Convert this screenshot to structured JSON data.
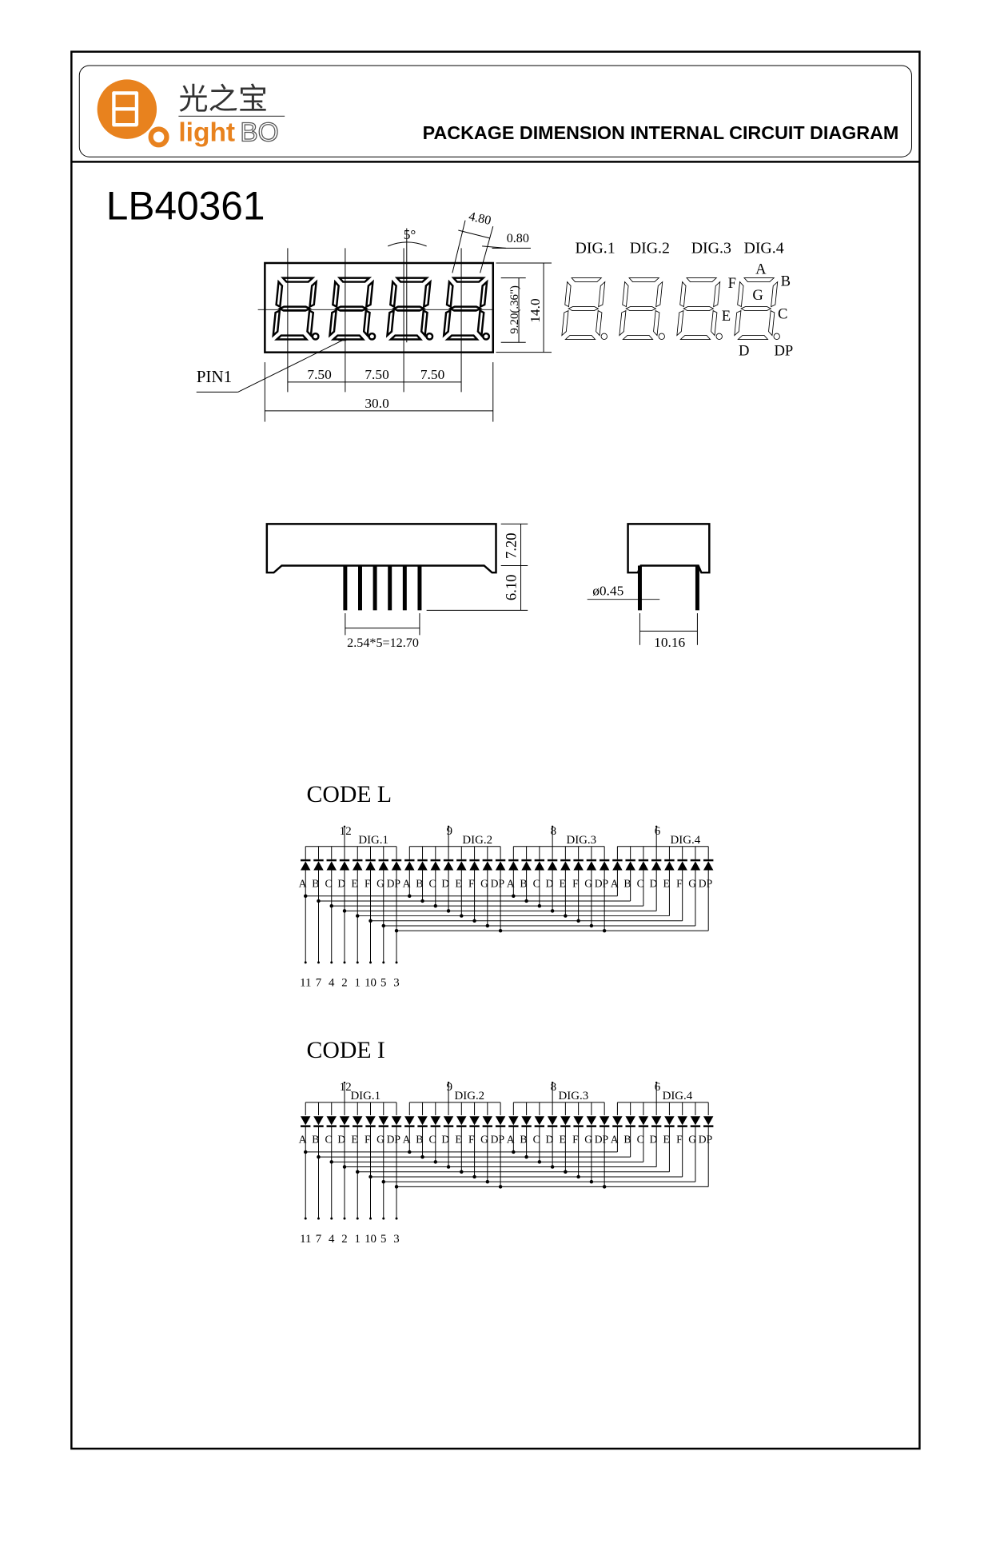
{
  "header": {
    "logo_chinese": "光之宝",
    "logo_light": "light",
    "logo_bo": "BO",
    "title": "PACKAGE DIMENSION INTERNAL CIRCUIT DIAGRAM",
    "brand_color": "#e8821e"
  },
  "part_number": "LB40361",
  "front_view": {
    "angle": "5°",
    "dim_480": "4.80",
    "dim_080": "0.80",
    "dim_920": "9.20(.36\")",
    "dim_140": "14.0",
    "pitch": [
      "7.50",
      "7.50",
      "7.50"
    ],
    "width": "30.0",
    "pin1": "PIN1"
  },
  "segment_view": {
    "digits": [
      "DIG.1",
      "DIG.2",
      "DIG.3",
      "DIG.4"
    ],
    "segments": {
      "a": "A",
      "b": "B",
      "c": "C",
      "d": "D",
      "e": "E",
      "f": "F",
      "g": "G",
      "dp": "DP"
    }
  },
  "side_view": {
    "dim_720": "7.20",
    "dim_610": "6.10",
    "pin_pitch": "2.54*5=12.70",
    "pin_dia": "ø0.45",
    "row_spacing": "10.16"
  },
  "circuits": [
    {
      "title": "CODE L",
      "direction": "up"
    },
    {
      "title": "CODE I",
      "direction": "down"
    }
  ],
  "circuit_common": {
    "digits": [
      "DIG.1",
      "DIG.2",
      "DIG.3",
      "DIG.4"
    ],
    "common_pins": [
      "12",
      "9",
      "8",
      "6"
    ],
    "segment_labels": [
      "A",
      "B",
      "C",
      "D",
      "E",
      "F",
      "G",
      "DP"
    ],
    "segment_pins": [
      "11",
      "7",
      "4",
      "2",
      "1",
      "10",
      "5",
      "3"
    ]
  }
}
